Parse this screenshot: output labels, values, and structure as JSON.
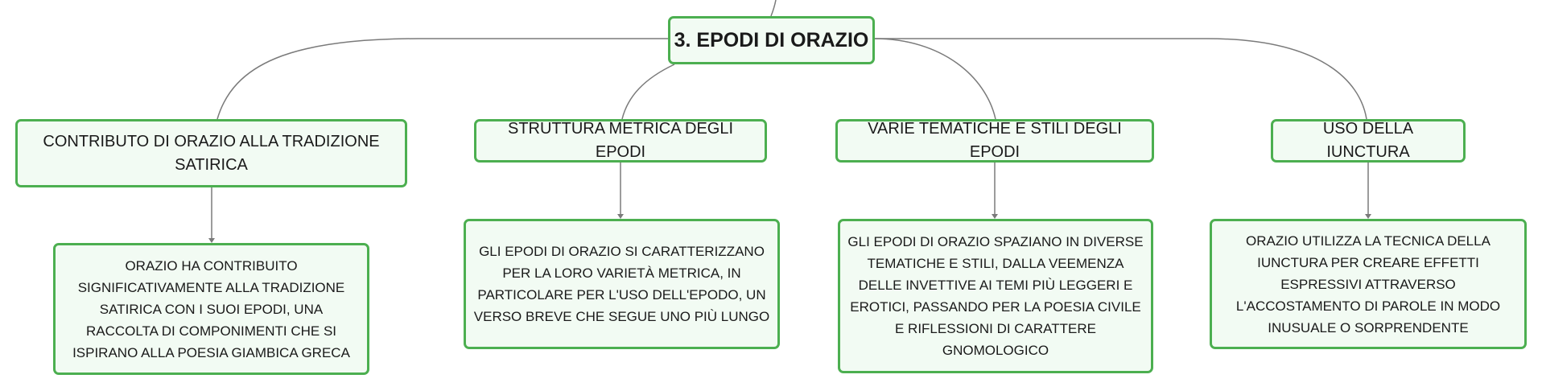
{
  "map": {
    "root": "3. EPODI DI ORAZIO",
    "branches": [
      {
        "title": "CONTRIBUTO DI ORAZIO ALLA TRADIZIONE SATIRICA",
        "detail": "ORAZIO HA CONTRIBUITO SIGNIFICATIVAMENTE ALLA TRADIZIONE SATIRICA CON I SUOI EPODI, UNA RACCOLTA DI COMPONIMENTI CHE SI ISPIRANO ALLA POESIA GIAMBICA GRECA"
      },
      {
        "title": "STRUTTURA METRICA DEGLI EPODI",
        "detail": "GLI EPODI DI ORAZIO SI CARATTERIZZANO PER LA LORO VARIETÀ METRICA, IN PARTICOLARE PER L'USO DELL'EPODO, UN VERSO BREVE CHE SEGUE UNO PIÙ LUNGO"
      },
      {
        "title": "VARIE TEMATICHE E STILI DEGLI EPODI",
        "detail": "GLI EPODI DI ORAZIO SPAZIANO IN DIVERSE TEMATICHE E STILI, DALLA VEEMENZA DELLE INVETTIVE AI TEMI PIÙ LEGGERI E EROTICI, PASSANDO PER LA POESIA CIVILE E RIFLESSIONI DI CARATTERE GNOMOLOGICO"
      },
      {
        "title": "USO DELLA IUNCTURA",
        "detail": "ORAZIO UTILIZZA LA TECNICA DELLA IUNCTURA PER CREARE EFFETTI ESPRESSIVI ATTRAVERSO L'ACCOSTAMENTO DI PAROLE IN MODO INUSUALE O SORPRENDENTE"
      }
    ]
  },
  "colors": {
    "node_border": "#4caf50",
    "node_fill": "#f2fbf3",
    "connector": "#7a7a7a"
  }
}
